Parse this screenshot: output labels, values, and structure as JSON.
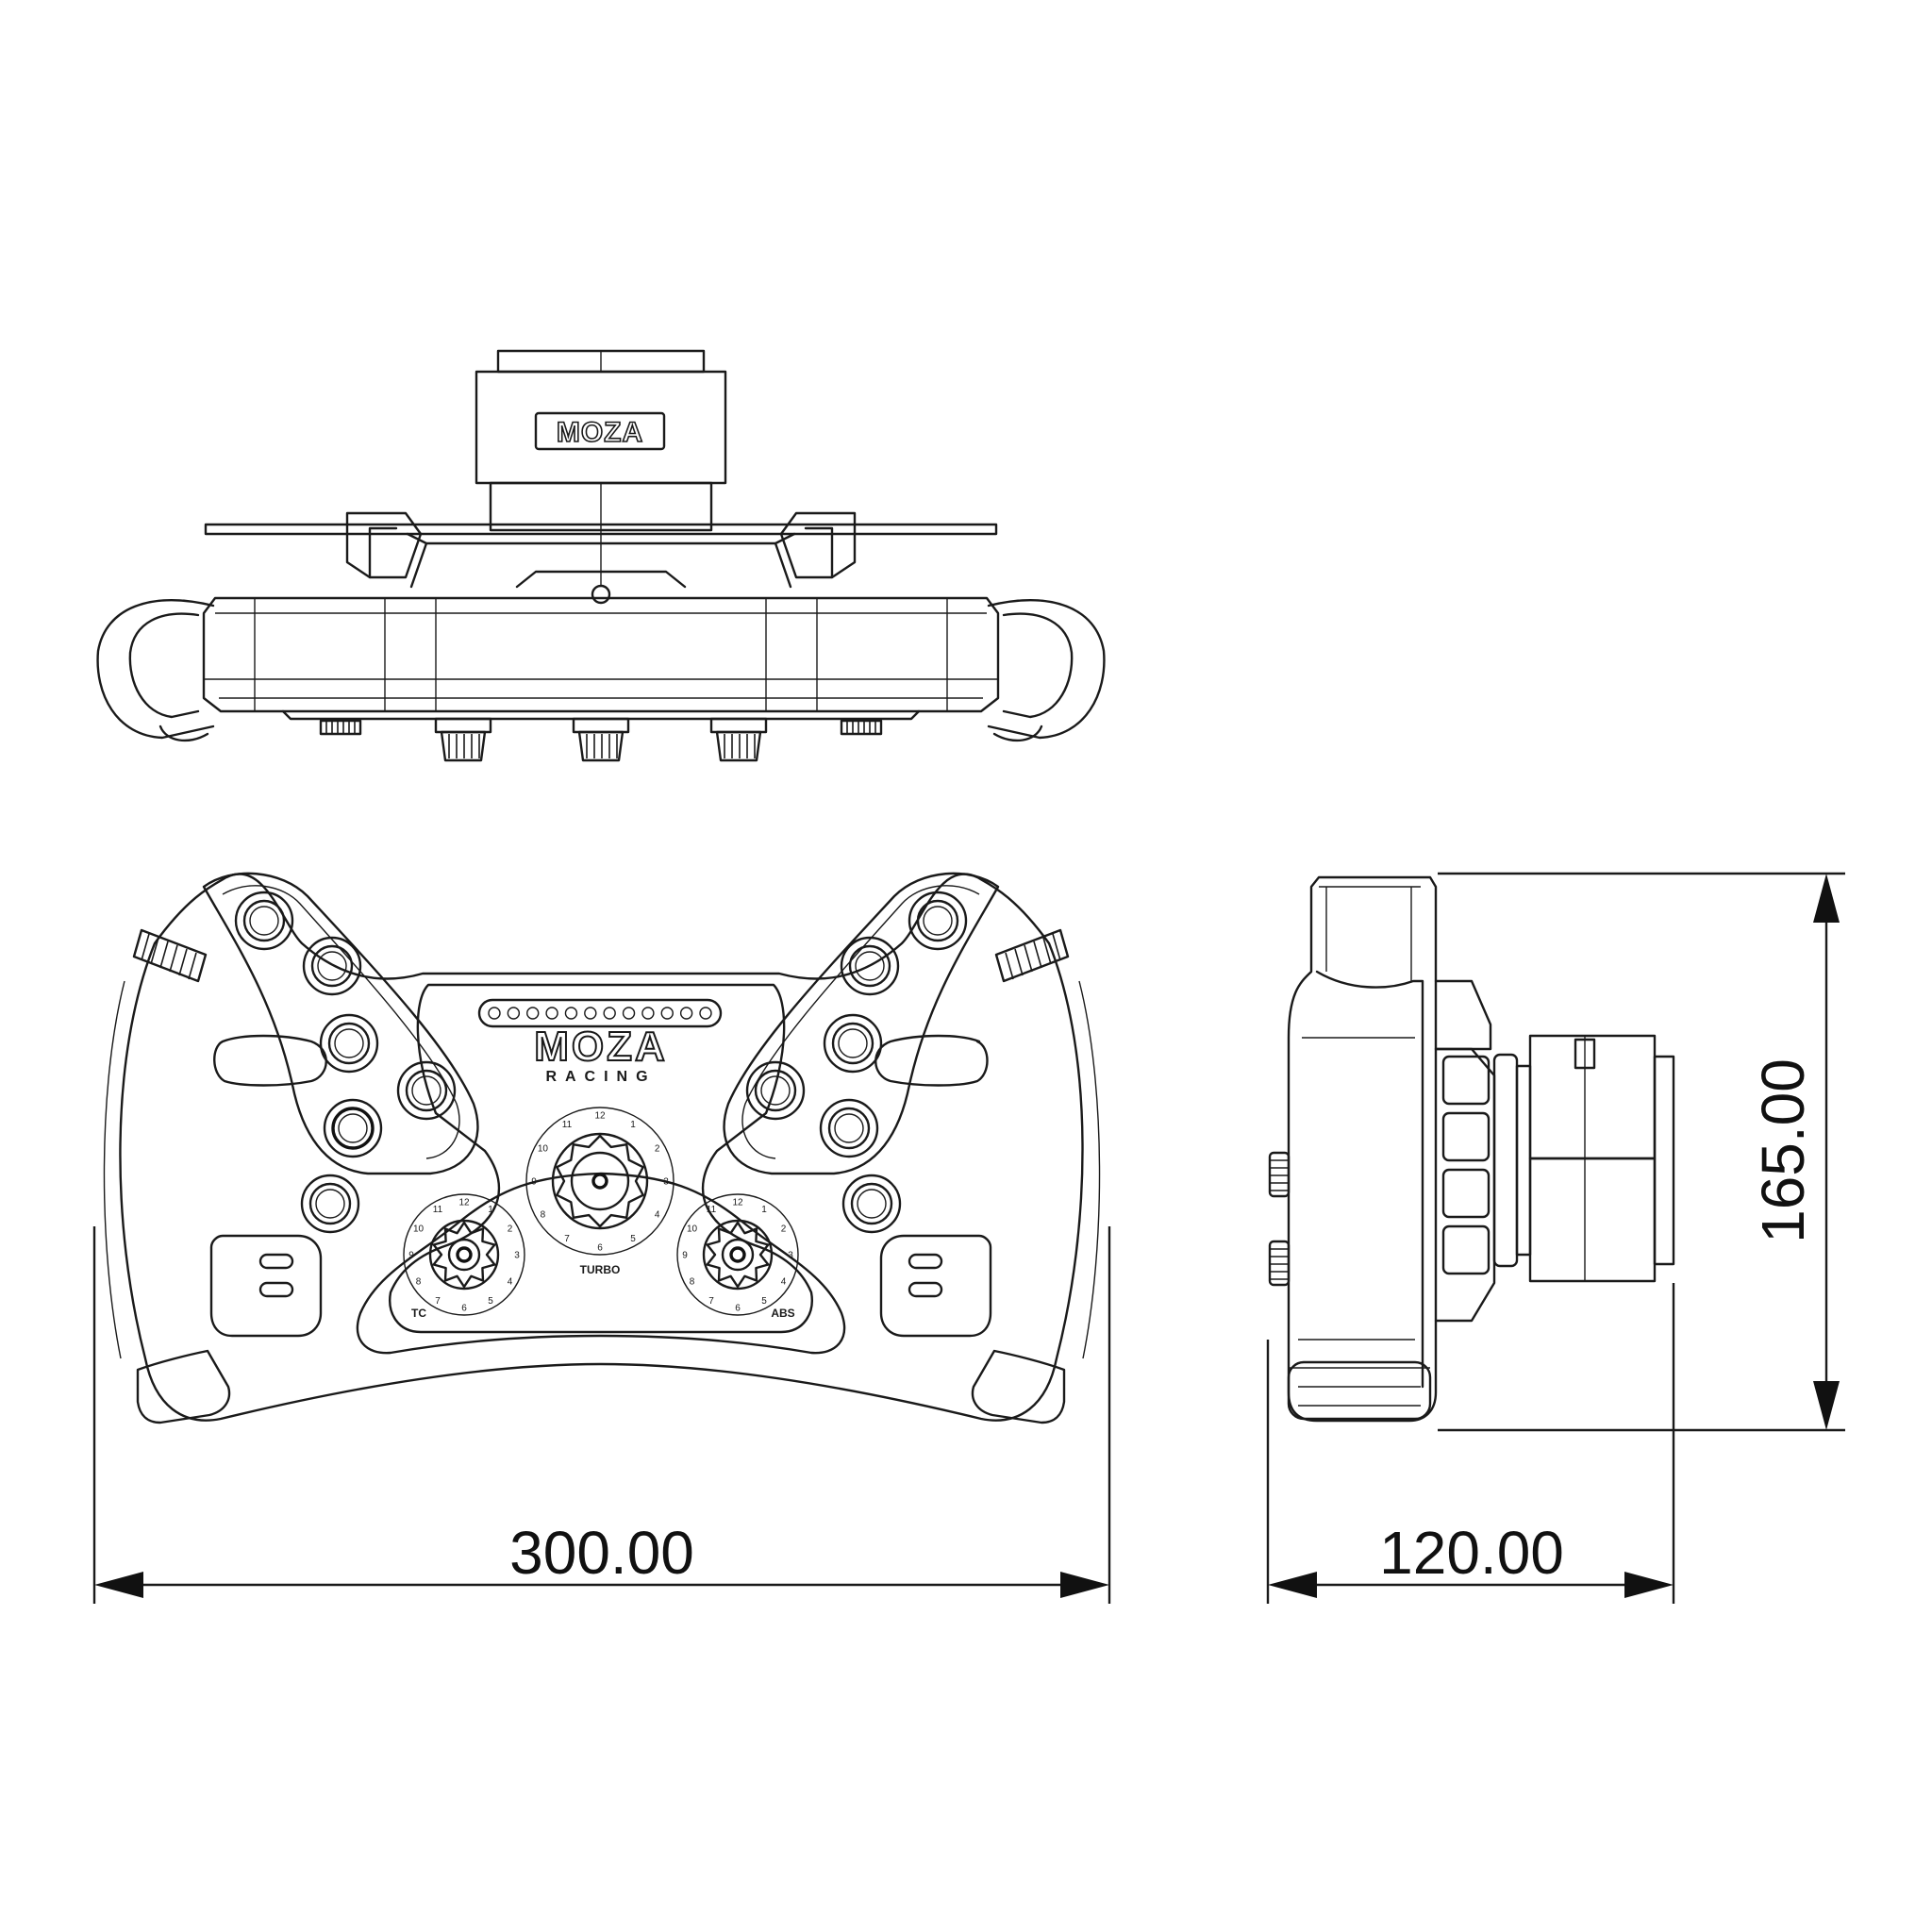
{
  "brand": {
    "logo_top": "MOZA",
    "logo_front": "MOZA",
    "logo_sub": "RACING"
  },
  "dials": {
    "left_label": "TC",
    "center_label": "TURBO",
    "right_label": "ABS",
    "positions": [
      "1",
      "2",
      "3",
      "4",
      "5",
      "6",
      "7",
      "8",
      "9",
      "10",
      "11",
      "12"
    ]
  },
  "dimensions": {
    "width_label": "300.00",
    "height_label": "165.00",
    "depth_label": "120.00"
  },
  "led_count": 12
}
